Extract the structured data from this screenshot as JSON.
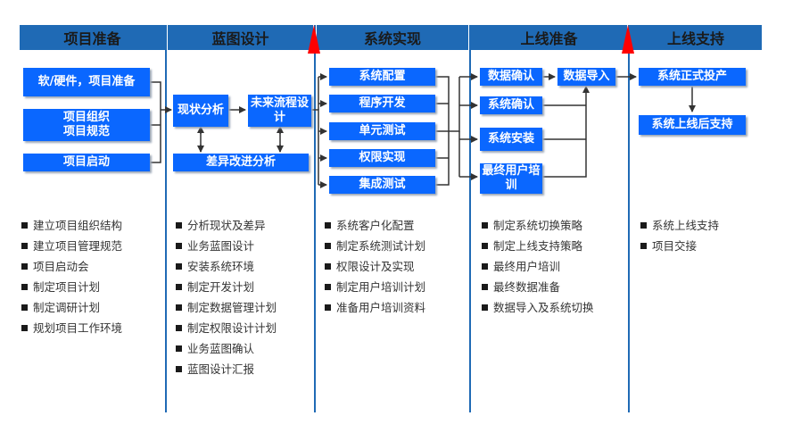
{
  "phases": [
    "项目准备",
    "蓝图设计",
    "系统实现",
    "上线准备",
    "上线支持"
  ],
  "colors": {
    "header": "#1f6ab5",
    "box": "#0a67ff",
    "milestone": "#ff0000"
  },
  "boxes": {
    "p1_hw": "软/硬件，项目准备",
    "p1_org": "项目组织\n项目规范",
    "p1_start": "项目启动",
    "p2_status": "现状分析",
    "p2_future": "未来流程设\n计",
    "p2_gap": "差异改进分析",
    "p3_config": "系统配置",
    "p3_dev": "程序开发",
    "p3_unit": "单元测试",
    "p3_auth": "权限实现",
    "p3_integ": "集成测试",
    "p4_datachk": "数据确认",
    "p4_sysconf": "系统确认",
    "p4_install": "系统安装",
    "p4_training": "最终用户培\n训",
    "p4_import": "数据导入",
    "p5_golive": "系统正式投产",
    "p5_support": "系统上线后支持"
  },
  "lists": {
    "col1": [
      "建立项目组织结构",
      "建立项目管理规范",
      "项目启动会",
      "制定项目计划",
      "制定调研计划",
      "规划项目工作环境"
    ],
    "col2": [
      "分析现状及差异",
      "业务蓝图设计",
      "安装系统环境",
      "制定开发计划",
      "制定数据管理计划",
      "制定权限设计计划",
      "业务蓝图确认",
      "蓝图设计汇报"
    ],
    "col3": [
      "系统客户化配置",
      "制定系统测试计划",
      "权限设计及实现",
      "制定用户培训计划",
      "准备用户培训资料"
    ],
    "col4": [
      "制定系统切换策略",
      "制定上线支持策略",
      "最终用户培训",
      "最终数据准备",
      "数据导入及系统切换"
    ],
    "col5": [
      "系统上线支持",
      "项目交接"
    ]
  }
}
